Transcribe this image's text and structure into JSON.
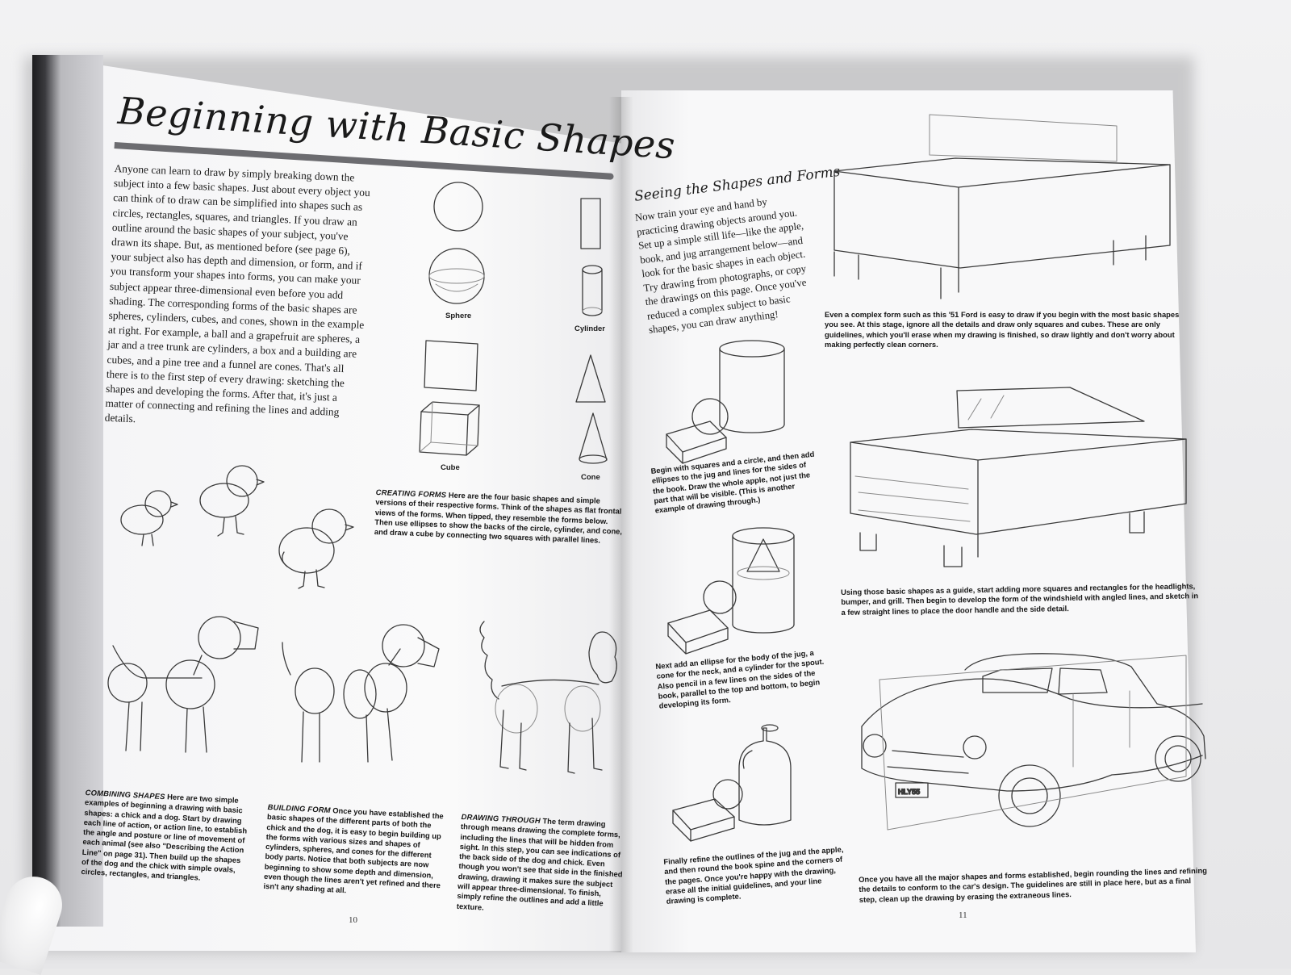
{
  "left_page": {
    "title": "Beginning with Basic Shapes",
    "intro": "Anyone can learn to draw by simply breaking down the subject into a few basic shapes. Just about every object you can think of to draw can be simplified into shapes such as circles, rectangles, squares, and triangles. If you draw an outline around the basic shapes of your subject, you've drawn its shape. But, as mentioned before (see page 6), your subject also has depth and dimension, or form, and if you transform your shapes into forms, you can make your subject appear three-dimensional even before you add shading. The corresponding forms of the basic shapes are spheres, cylinders, cubes, and cones, shown in the example at right. For example, a ball and a grapefruit are spheres, a jar and a tree trunk are cylinders, a box and a building are cubes, and a pine tree and a funnel are cones. That's all there is to the first step of every drawing: sketching the shapes and developing the forms. After that, it's just a matter of connecting and refining the lines and adding details.",
    "shape_labels": {
      "sphere": "Sphere",
      "cylinder": "Cylinder",
      "cube": "Cube",
      "cone": "Cone"
    },
    "creating_forms": {
      "head": "Creating Forms",
      "text": "Here are the four basic shapes and simple versions of their respective forms. Think of the shapes as flat frontal views of the forms. When tipped, they resemble the forms below. Then use ellipses to show the backs of the circle, cylinder, and cone, and draw a cube by connecting two squares with parallel lines."
    },
    "combining_shapes": {
      "head": "Combining Shapes",
      "text": "Here are two simple examples of beginning a drawing with basic shapes: a chick and a dog. Start by drawing each line of action, or action line, to establish the angle and posture or line of movement of each animal (see also \"Describing the Action Line\" on page 31). Then build up the shapes of the dog and the chick with simple ovals, circles, rectangles, and triangles."
    },
    "building_form": {
      "head": "Building Form",
      "text": "Once you have established the basic shapes of the different parts of both the chick and the dog, it is easy to begin building up the forms with various sizes and shapes of cylinders, spheres, and cones for the different body parts. Notice that both subjects are now beginning to show some depth and dimension, even though the lines aren't yet refined and there isn't any shading at all."
    },
    "drawing_through": {
      "head": "Drawing Through",
      "text": "The term drawing through means drawing the complete forms, including the lines that will be hidden from sight. In this step, you can see indications of the back side of the dog and chick. Even though you won't see that side in the finished drawing, drawing it makes sure the subject will appear three-dimensional. To finish, simply refine the outlines and add a little texture."
    },
    "page_number": "10"
  },
  "right_page": {
    "subtitle": "Seeing the Shapes and Forms",
    "intro": "Now train your eye and hand by practicing drawing objects around you. Set up a simple still life—like the apple, book, and jug arrangement below—and look for the basic shapes in each object. Try drawing from photographs, or copy the drawings on this page. Once you've reduced a complex subject to basic shapes, you can draw anything!",
    "still_life_1": "Begin with squares and a circle, and then add ellipses to the jug and lines for the sides of the book. Draw the whole apple, not just the part that will be visible. (This is another example of drawing through.)",
    "still_life_2": "Next add an ellipse for the body of the jug, a cone for the neck, and a cylinder for the spout. Also pencil in a few lines on the sides of the book, parallel to the top and bottom, to begin developing its form.",
    "still_life_3": "Finally refine the outlines of the jug and the apple, and then round the book spine and the corners of the pages. Once you're happy with the drawing, erase all the initial guidelines, and your line drawing is complete.",
    "car_1": "Even a complex form such as this '51 Ford is easy to draw if you begin with the most basic shapes you see. At this stage, ignore all the details and draw only squares and cubes. These are only guidelines, which you'll erase when my drawing is finished, so draw lightly and don't worry about making perfectly clean corners.",
    "car_2": "Using those basic shapes as a guide, start adding more squares and rectangles for the headlights, bumper, and grill. Then begin to develop the form of the windshield with angled lines, and sketch in a few straight lines to place the door handle and the side detail.",
    "car_3": "Once you have all the major shapes and forms established, begin rounding the lines and refining the details to conform to the car's design. The guidelines are still in place here, but as a final step, clean up the drawing by erasing the extraneous lines.",
    "plate_text": "HLY55",
    "page_number": "11"
  }
}
